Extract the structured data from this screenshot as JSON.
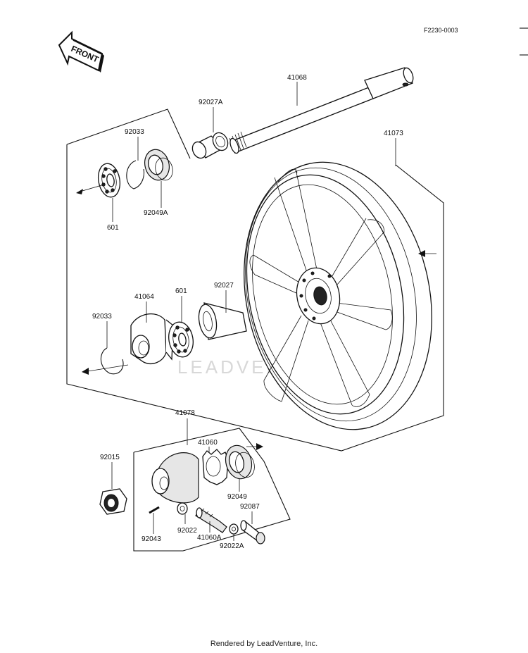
{
  "diagram": {
    "ref_code": "F2230-0003",
    "front_label": "FRONT",
    "watermark": "LEADVENTURE",
    "footer": "Rendered by LeadVenture, Inc.",
    "parts": {
      "axle": "41068",
      "wheel": "41073",
      "collar_92027a": "92027A",
      "circlip_upper": "92033",
      "seal_upper": "92049A",
      "bearing_upper": "601",
      "plate": "41064",
      "bearing_lower": "601",
      "spacer": "92027",
      "circlip_lower": "92033",
      "gear_housing": "41078",
      "gear": "41060",
      "nut": "92015",
      "seal_lower": "92049",
      "bushing": "92087",
      "pin": "92043",
      "washer": "92022",
      "drive_gear": "41060A",
      "washer_a": "92022A"
    }
  }
}
